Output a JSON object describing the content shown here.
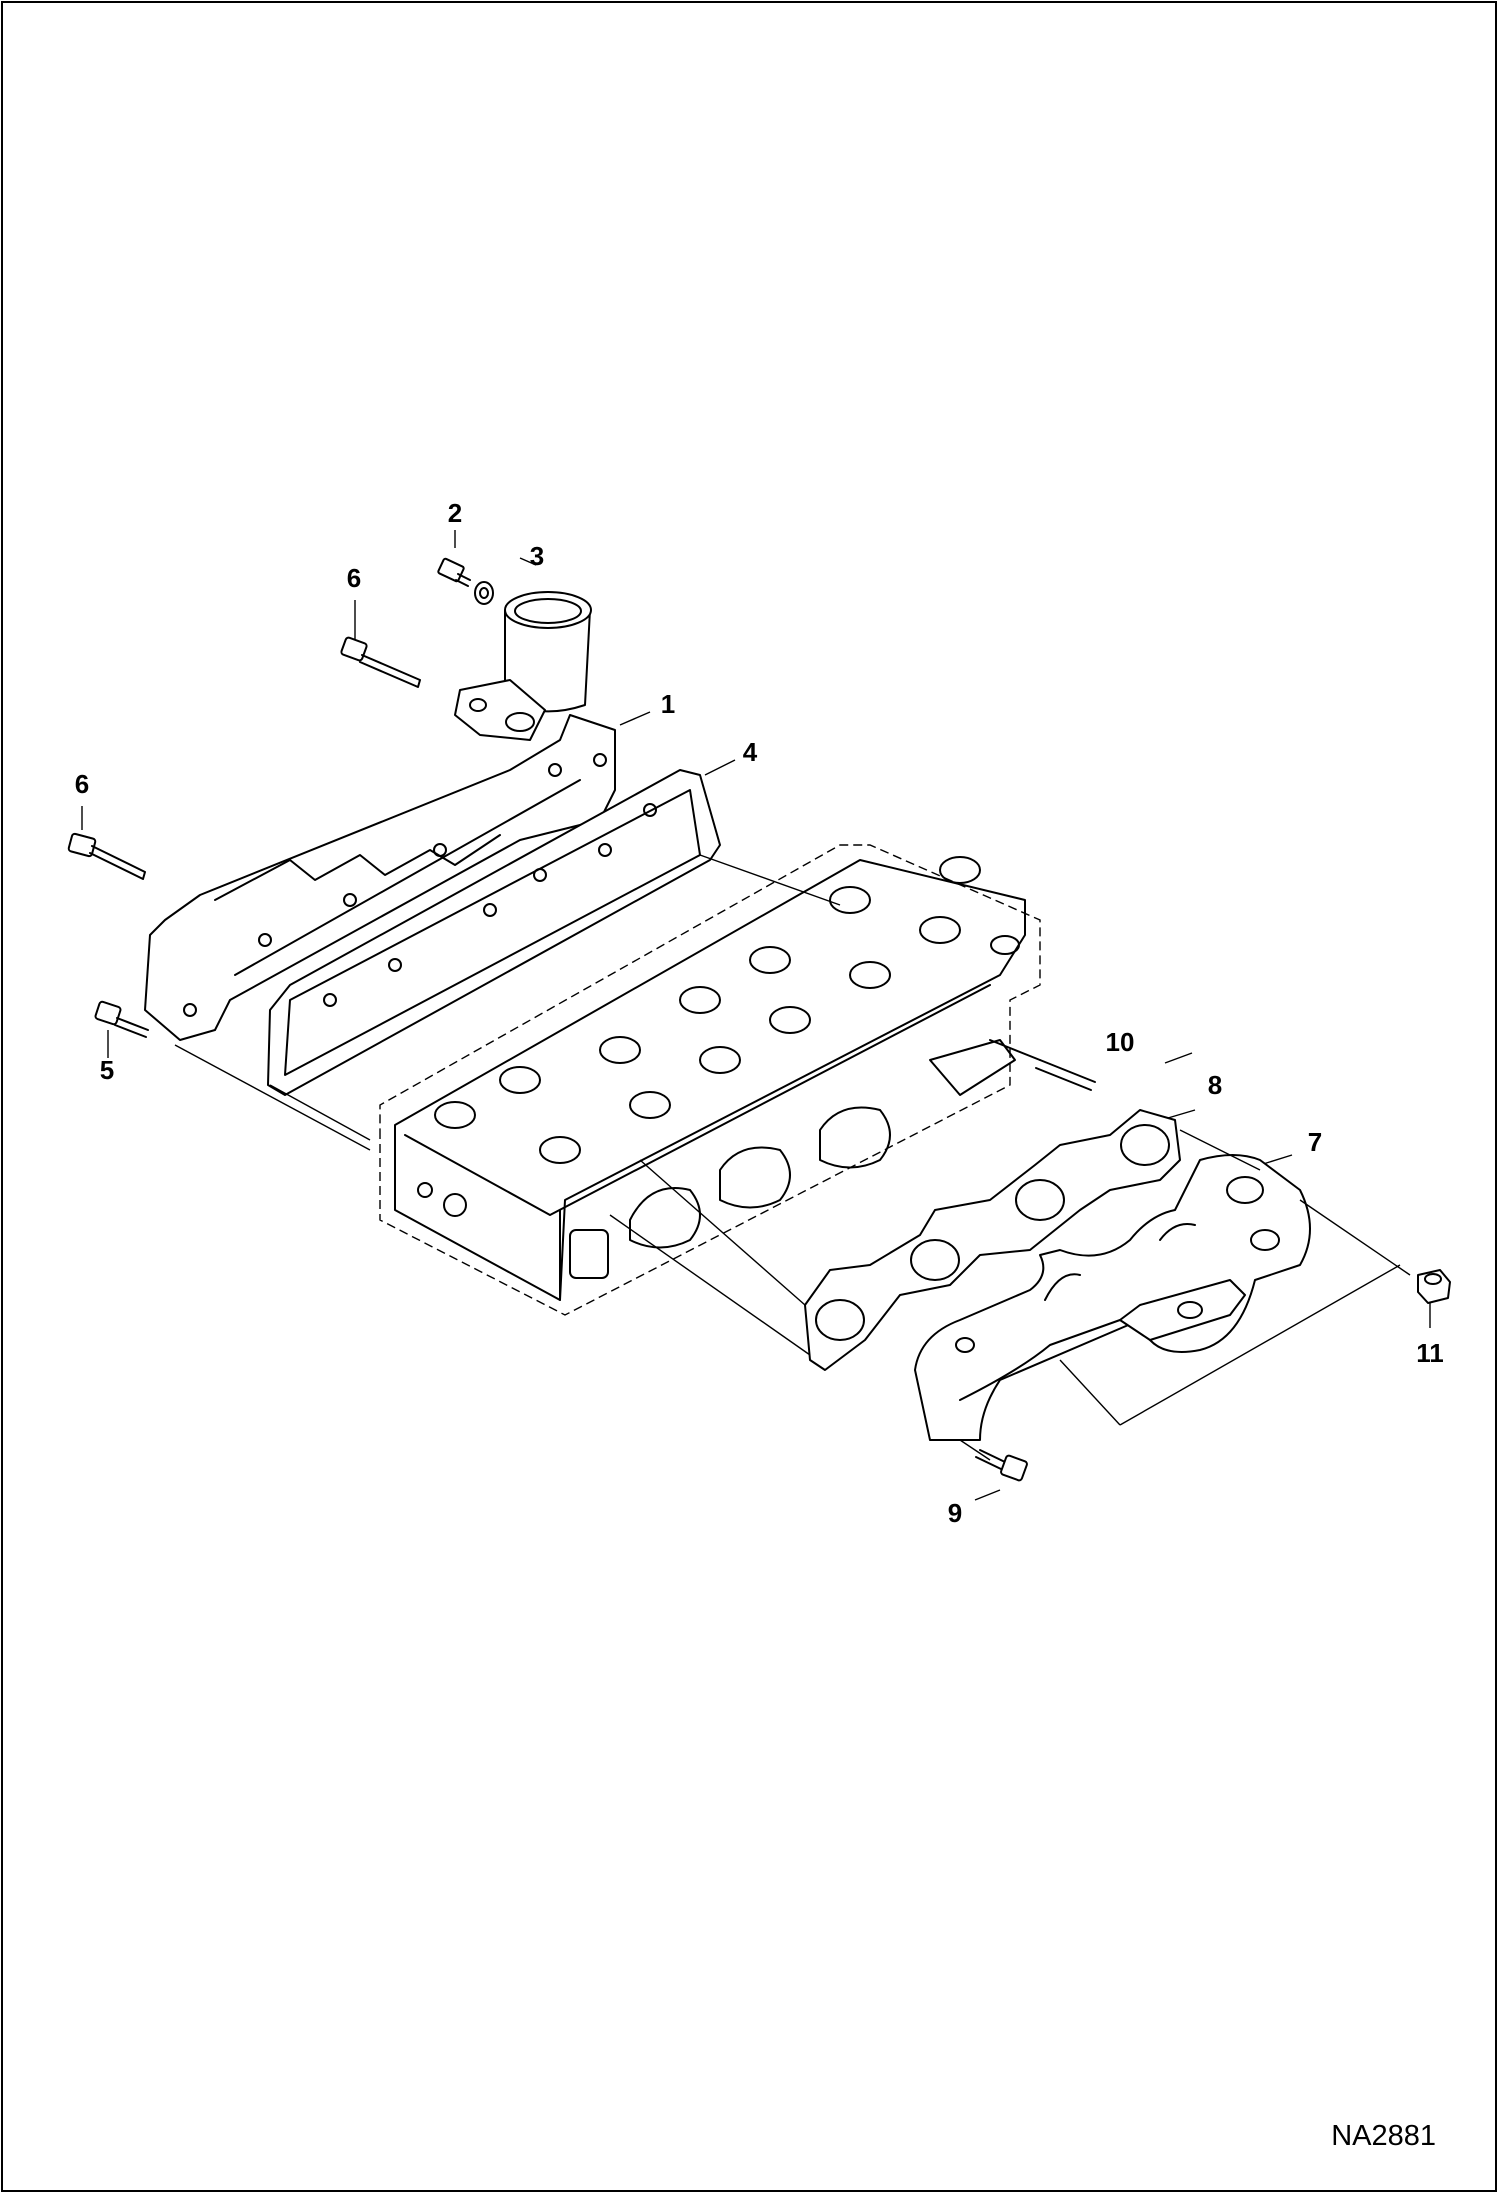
{
  "figure_id": "NA2881",
  "colors": {
    "ink": "#000000",
    "background": "#ffffff"
  },
  "callouts": {
    "c1": "1",
    "c2": "2",
    "c3": "3",
    "c4": "4",
    "c5": "5",
    "c6a": "6",
    "c6b": "6",
    "c7": "7",
    "c8": "8",
    "c9": "9",
    "c10": "10",
    "c11": "11"
  }
}
